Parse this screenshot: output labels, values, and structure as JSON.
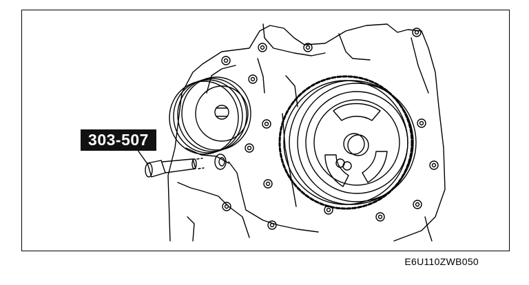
{
  "callout": {
    "label": "303-507"
  },
  "figure_id": "E6U110ZWB050",
  "colors": {
    "line": "#000000",
    "callout_bg": "#111111",
    "callout_text": "#ffffff"
  },
  "icons": [
    "engine-block",
    "idler-pulley",
    "crankshaft-pulley",
    "special-service-tool-303-507"
  ]
}
